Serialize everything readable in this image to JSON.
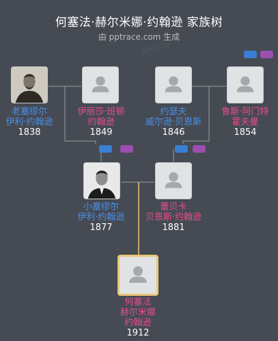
{
  "header": {
    "title": "何塞法·赫尔米娜·约翰逊 家族树",
    "subtitle": "由 pptrace.com 生成",
    "watermark": "pptrace"
  },
  "colors": {
    "background": "#454a53",
    "male": "#4a90e8",
    "female": "#e94d8a",
    "line": "#9ca0a6",
    "focus_line": "#e8c776"
  },
  "people": {
    "p1": {
      "name_line1": "老塞缪尔",
      "name_line2": "伊利·约翰逊",
      "year": "1838",
      "gender": "male",
      "photo": "portrait"
    },
    "p2": {
      "name_line1": "伊丽莎·班顿",
      "name_line2": "约翰逊",
      "year": "1849",
      "gender": "female",
      "photo": "placeholder"
    },
    "p3": {
      "name_line1": "约瑟夫",
      "name_line2": "威尔逊·贝恩斯",
      "year": "1846",
      "gender": "male",
      "photo": "placeholder"
    },
    "p4": {
      "name_line1": "鲁斯·阿门特",
      "name_line2": "霍夫曼",
      "year": "1854",
      "gender": "female",
      "photo": "placeholder"
    },
    "p5": {
      "name_line1": "小塞缪尔",
      "name_line2": "伊利·约翰逊",
      "year": "1877",
      "gender": "male",
      "photo": "portrait"
    },
    "p6": {
      "name_line1": "蕾贝卡",
      "name_line2": "贝恩斯·约翰逊",
      "year": "1881",
      "gender": "female",
      "photo": "placeholder"
    },
    "p7": {
      "name_line1": "何塞法",
      "name_line2": "赫尔米娜",
      "name_line3": "约翰逊",
      "year": "1912",
      "gender": "female",
      "photo": "placeholder",
      "focus": true
    }
  }
}
